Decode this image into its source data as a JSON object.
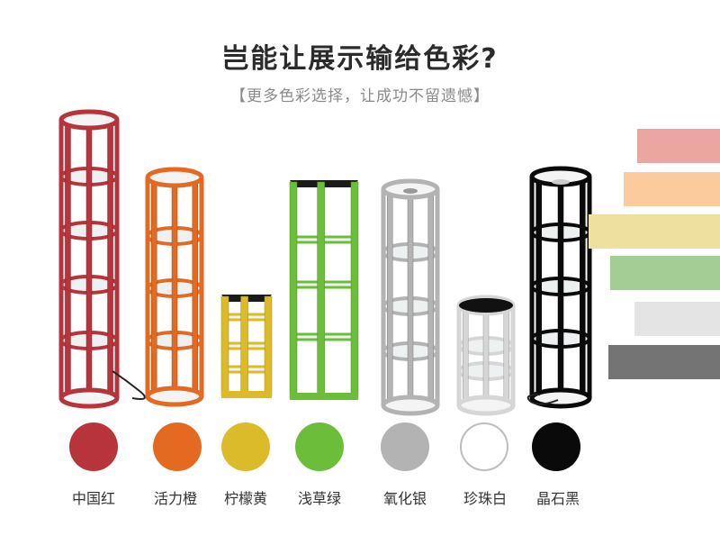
{
  "header": {
    "title": "岂能让展示输给色彩?",
    "subtitle": "【更多色彩选择，让成功不留遗憾】"
  },
  "colors": [
    {
      "label": "中国红",
      "hex": "#b8343c"
    },
    {
      "label": "活力橙",
      "hex": "#e46a22"
    },
    {
      "label": "柠檬黄",
      "hex": "#dcbb2a"
    },
    {
      "label": "浅草绿",
      "hex": "#6cbe3a"
    },
    {
      "label": "氧化银",
      "hex": "#b3b3b3"
    },
    {
      "label": "珍珠白",
      "hex": "#ffffff"
    },
    {
      "label": "晶石黑",
      "hex": "#0a0a0a"
    }
  ],
  "swatch_bars": [
    {
      "name": "pink",
      "hex": "#eca6a2"
    },
    {
      "name": "peach",
      "hex": "#fbcb9d"
    },
    {
      "name": "cream",
      "hex": "#eee09e"
    },
    {
      "name": "green",
      "hex": "#a4cd94"
    },
    {
      "name": "light-gray",
      "hex": "#e4e4e4"
    },
    {
      "name": "dark-gray",
      "hex": "#747475"
    }
  ]
}
